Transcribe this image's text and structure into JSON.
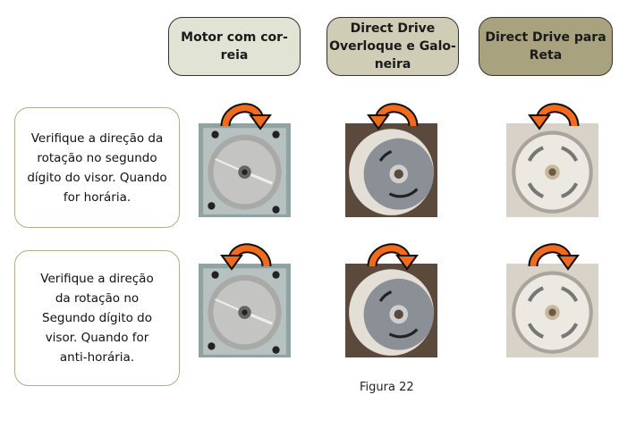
{
  "headers": [
    {
      "label": "Motor com cor-\nreia",
      "color": "#e1e3d4"
    },
    {
      "label": "Direct Drive\nOverloque e Galo-\nneira",
      "color": "#cfcdb6"
    },
    {
      "label": "Direct Drive para\nReta",
      "color": "#a8a27e"
    }
  ],
  "notes": [
    "Verifique a direção da rotação no segundo dígito do visor. Quando for horária.",
    "Verifique a direção da rotação no Segundo dígito do visor. Quando for anti-horária."
  ],
  "rows": [
    {
      "arrows": [
        "clockwise-arrow",
        "counterclockwise-arrow",
        "counterclockwise-arrow"
      ]
    },
    {
      "arrows": [
        "counterclockwise-arrow",
        "clockwise-arrow",
        "clockwise-arrow"
      ]
    }
  ],
  "arrow_color": "#f26a1b",
  "caption": "Figura 22"
}
